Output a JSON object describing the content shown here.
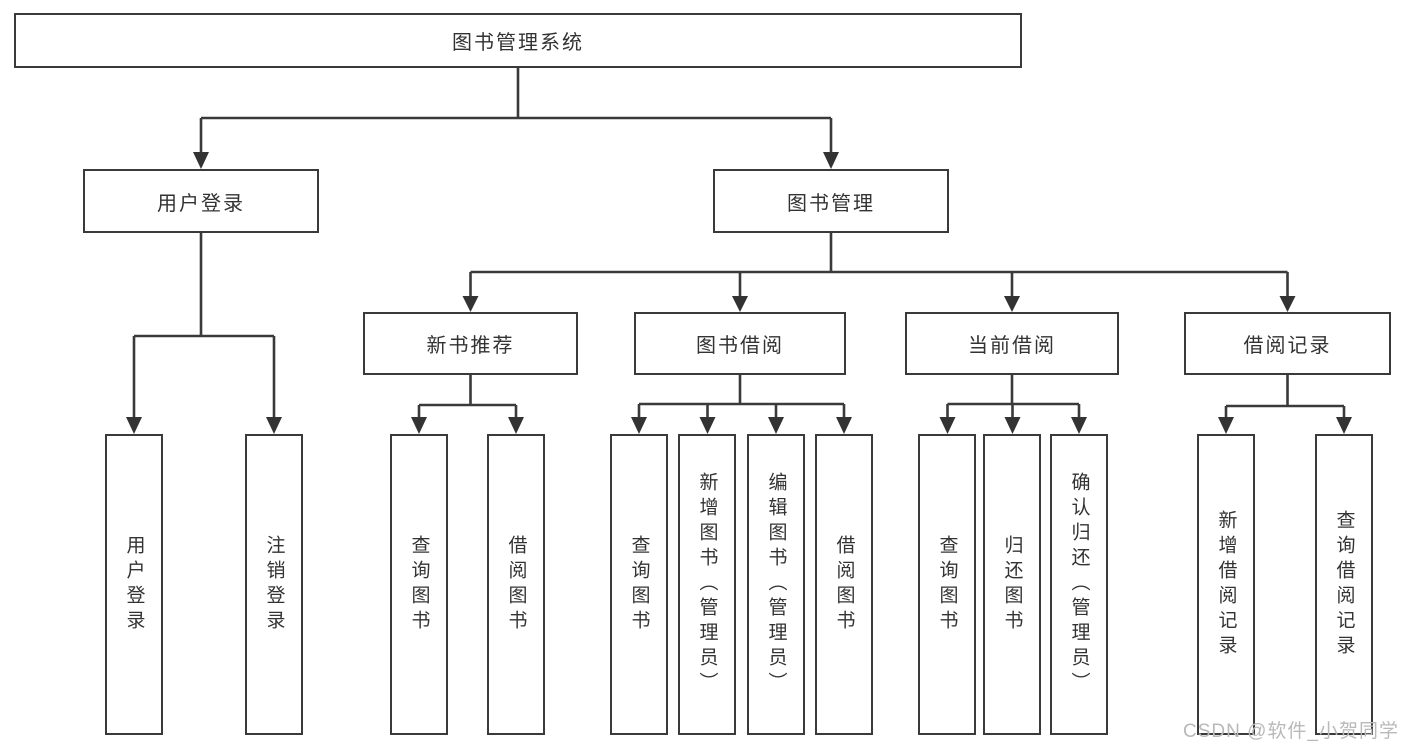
{
  "tree": {
    "root": "图书管理系统",
    "login": {
      "label": "用户登录",
      "children": [
        "用户登录",
        "注销登录"
      ]
    },
    "mgmt": {
      "label": "图书管理",
      "groups": [
        {
          "label": "新书推荐",
          "children": [
            "查询图书",
            "借阅图书"
          ]
        },
        {
          "label": "图书借阅",
          "children": [
            "查询图书",
            "新增图书（管理员）",
            "编辑图书（管理员）",
            "借阅图书"
          ]
        },
        {
          "label": "当前借阅",
          "children": [
            "查询图书",
            "归还图书",
            "确认归还（管理员）"
          ]
        },
        {
          "label": "借阅记录",
          "children": [
            "新增借阅记录",
            "查询借阅记录"
          ]
        }
      ]
    }
  },
  "watermark": {
    "text": "CSDN @软件_小贺同学"
  },
  "colors": {
    "line": "#3a3a3a",
    "border": "#3a3a3a",
    "text": "#333333",
    "watermark": "#b9b9b9",
    "background": "#ffffff"
  }
}
